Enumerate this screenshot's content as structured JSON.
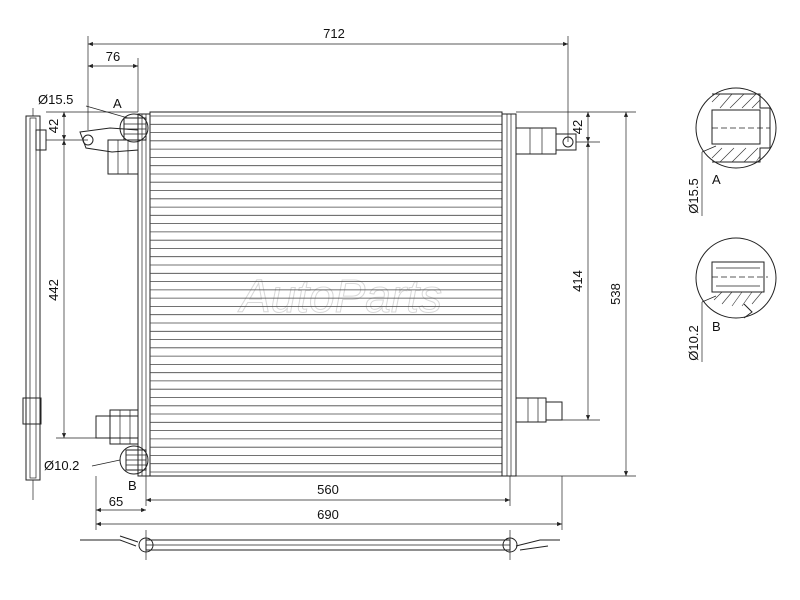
{
  "dimensions": {
    "overall_width": "712",
    "bracket_offset": "76",
    "top_offset_left": "42",
    "top_offset_right": "42",
    "left_height": "442",
    "right_inner_height": "414",
    "overall_height": "538",
    "core_width": "560",
    "total_width": "690",
    "bottom_offset": "65"
  },
  "ports": {
    "port_a_diameter": "Ø15.5",
    "port_a_label": "A",
    "port_b_diameter": "Ø10.2",
    "port_b_label": "B"
  },
  "details": {
    "detail_a_diameter": "Ø15.5",
    "detail_a_label": "A",
    "detail_b_diameter": "Ø10.2",
    "detail_b_label": "B"
  },
  "core": {
    "tube_count": 44
  }
}
